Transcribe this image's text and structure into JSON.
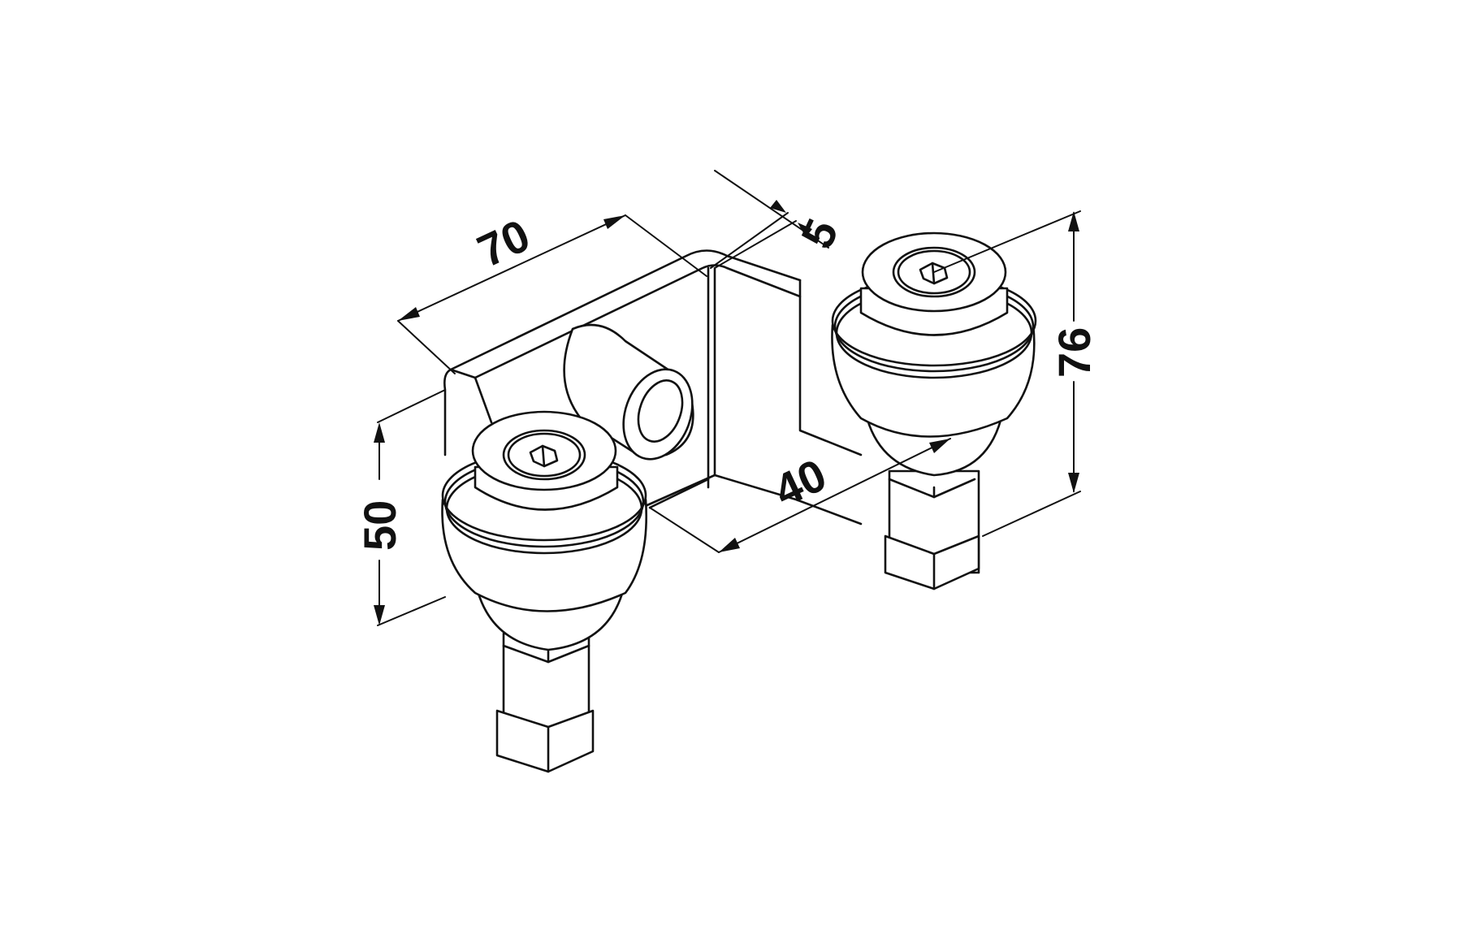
{
  "drawing": {
    "type": "isometric technical line drawing",
    "subject": "angle bracket with two guide rollers (hex socket screws, hex nuts) and a side boss",
    "background_color": "#ffffff",
    "line_color": "#111111"
  },
  "dimensions": {
    "length": {
      "value": "70",
      "orientation": "isometric, along bracket top edge"
    },
    "thickness": {
      "value": "5",
      "orientation": "isometric, plate thickness"
    },
    "height_front": {
      "value": "50",
      "orientation": "vertical, left side"
    },
    "height_overall": {
      "value": "76",
      "orientation": "vertical, right side"
    },
    "roller_spacing": {
      "value": "40",
      "orientation": "isometric, between rollers at base"
    }
  },
  "parts": [
    {
      "name": "angle bracket",
      "features": [
        "vertical plate",
        "horizontal flange",
        "rounded corner"
      ]
    },
    {
      "name": "boss with bore",
      "features": [
        "cylindrical",
        "through hole"
      ]
    },
    {
      "name": "front roller",
      "features": [
        "hex socket screw",
        "stepped conical body",
        "hex nut",
        "threaded shaft"
      ]
    },
    {
      "name": "rear roller",
      "features": [
        "hex socket screw",
        "stepped conical body",
        "hex nut",
        "threaded shaft"
      ]
    }
  ]
}
